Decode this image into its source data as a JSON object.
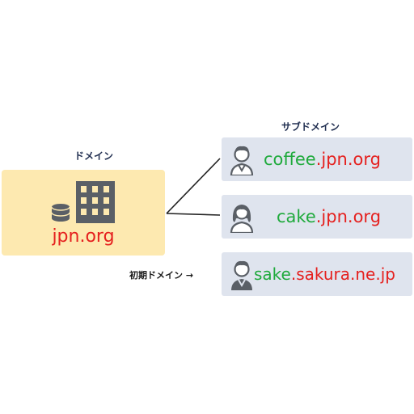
{
  "domain_heading": "ドメイン",
  "subdomain_heading": "サブドメイン",
  "initial_domain_label": "初期ドメイン →",
  "domain": {
    "name": "jpn.org"
  },
  "subdomains": [
    {
      "prefix": "coffee",
      "suffix": ".jpn.org",
      "icon": "man-icon"
    },
    {
      "prefix": "cake",
      "suffix": ".jpn.org",
      "icon": "woman-icon"
    },
    {
      "prefix": "sake",
      "suffix": ".sakura.ne.jp",
      "icon": "man-icon"
    }
  ],
  "colors": {
    "domain_box": "#fde9b0",
    "card": "#dfe4ee",
    "prefix": "#1faa3c",
    "suffix": "#e5201e",
    "icon": "#5a5f66"
  }
}
